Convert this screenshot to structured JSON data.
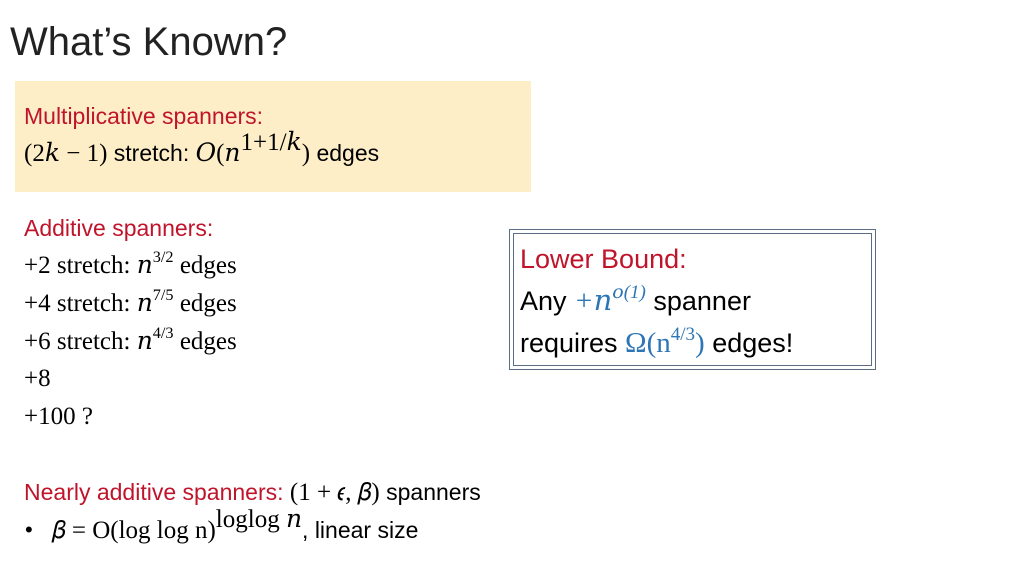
{
  "slide": {
    "title": "What’s Known?"
  },
  "multiplicative": {
    "heading": "Multiplicative spanners:",
    "stretch_prefix": "(2𝑘 − 1)",
    "stretch_word": " stretch: ",
    "bound_base": "𝑂(𝑛",
    "bound_exp": "1+1/𝑘",
    "bound_close": ")",
    "edges_word": " edges"
  },
  "additive": {
    "heading": "Additive spanners:",
    "rows": [
      {
        "stretch": "+2 stretch: ",
        "base": "𝑛",
        "exp": "3/2",
        "edges": " edges"
      },
      {
        "stretch": "+4 stretch: ",
        "base": "𝑛",
        "exp": "7/5",
        "edges": " edges"
      },
      {
        "stretch": "+6 stretch: ",
        "base": "𝑛",
        "exp": "4/3",
        "edges": " edges"
      }
    ],
    "plus8": "+8",
    "plus100": "+100 ?"
  },
  "lower_bound": {
    "heading": "Lower Bound:",
    "any_word": "Any ",
    "spanner_base": "+𝑛",
    "spanner_exp": "𝑜(1)",
    "spanner_word": " spanner",
    "requires_word": "requires ",
    "omega_base": "Ω(n",
    "omega_exp": "4/3",
    "omega_close": ")",
    "edges_word": " edges!"
  },
  "nearly_additive": {
    "heading": "Nearly additive spanners: ",
    "params": "(1 + 𝜖, 𝛽)",
    "spanners_word": " spanners",
    "bullet": "•",
    "beta_eq": "𝛽 = O(log log n)",
    "beta_exp": "loglog 𝑛",
    "suffix": ", linear size"
  },
  "colors": {
    "accent_red": "#c0142b",
    "accent_blue": "#2e75b6",
    "highlight_box": "#fdeec8",
    "box_border": "#5a6d82"
  }
}
